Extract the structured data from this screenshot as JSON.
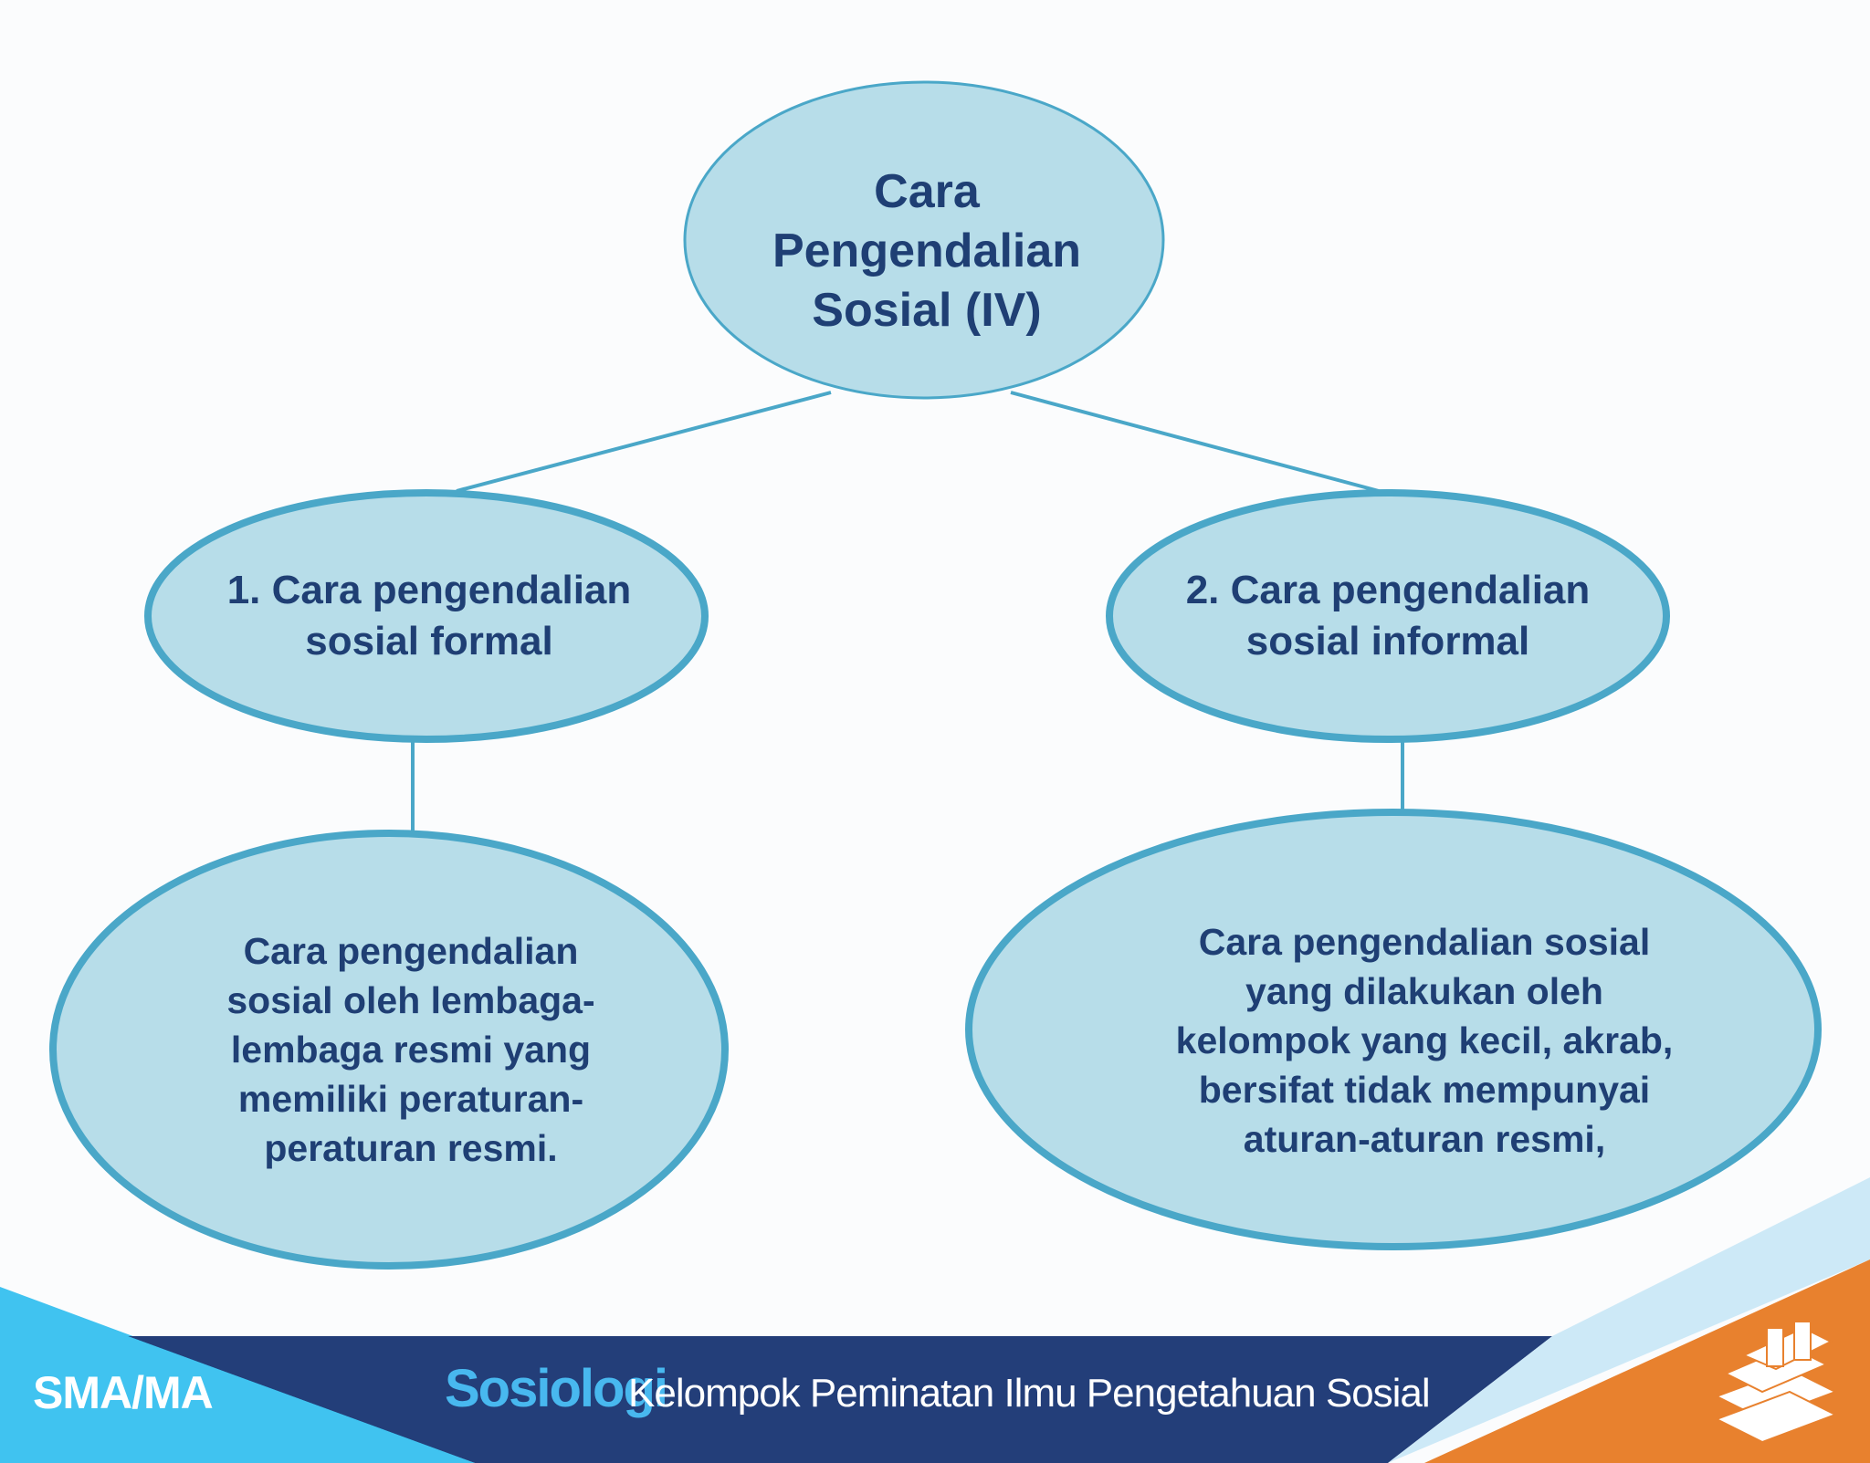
{
  "diagram": {
    "root": {
      "lines": [
        "Cara",
        "Pengendalian",
        "Sosial (IV)"
      ]
    },
    "branches": [
      {
        "title_lines": [
          "1. Cara pengendalian",
          "sosial formal"
        ],
        "description_lines": [
          "Cara pengendalian",
          "sosial oleh lembaga-",
          "lembaga resmi yang",
          "memiliki peraturan-",
          "peraturan resmi."
        ]
      },
      {
        "title_lines": [
          "2. Cara pengendalian",
          "sosial informal"
        ],
        "description_lines": [
          "Cara pengendalian sosial",
          "yang dilakukan oleh",
          "kelompok yang kecil, akrab,",
          "bersifat tidak mempunyai",
          "aturan-aturan resmi,"
        ]
      }
    ]
  },
  "footer": {
    "school_level": "SMA/MA",
    "subject": "Sosiologi",
    "subtitle": "Kelompok Peminatan Ilmu Pengetahuan Sosial",
    "logo_icon": "stacked-books-icon"
  },
  "colors": {
    "node_fill": "#b7dde9",
    "node_border": "#4aa7c8",
    "text": "#1f3f74",
    "footer_navy": "#233e79",
    "footer_light_blue": "#40c3f0",
    "footer_orange": "#e8812e"
  }
}
